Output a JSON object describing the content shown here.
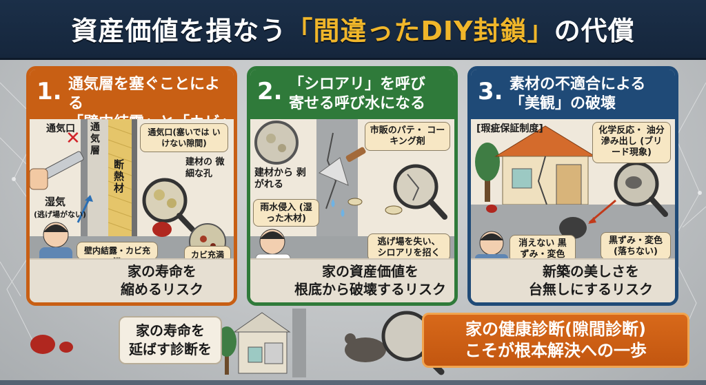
{
  "title": {
    "part1": "資産価値を損なう",
    "part2": "「間違ったDIY封鎖」",
    "part3": "の代償"
  },
  "colors": {
    "panel1": "#c85f14",
    "panel2": "#2f7a3a",
    "panel3": "#1f4a77",
    "title_bg": "#1b2f48",
    "title_highlight": "#f0b62a",
    "cta": "#d8691a"
  },
  "panel1": {
    "number": "1.",
    "title_line1": "通気層を塞ぐことによる",
    "title_line2": "「壁内結露」と「カビ」",
    "label_vent": "通気口",
    "label_layer": "通気層",
    "label_insulation": "断熱材",
    "bubble_vent": "通気口(塞いでは いけない隙間)",
    "label_pores": "建材の 微細な孔",
    "label_moisture": "湿気",
    "label_moisture_sub": "(逃げ場がない)",
    "bubble_condensation": "壁内結露・カビ充満",
    "bubble_mold": "カビ充満",
    "footer_line1": "家の寿命を",
    "footer_line2": "縮めるリスク"
  },
  "panel2": {
    "number": "2.",
    "title_line1": "「シロアリ」を呼び",
    "title_line2": "寄せる呼び水になる",
    "bubble_putty": "市販のパテ・ コーキング剤",
    "label_peel": "建材から 剥がれる",
    "bubble_rain": "雨水侵入 (湿った木材)",
    "bubble_escape": "逃げ場を失い、 シロアリを招く",
    "footer_line1": "家の資産価値を",
    "footer_line2": "根底から破壊するリスク"
  },
  "panel3": {
    "number": "3.",
    "title_line1": "素材の不適合による",
    "title_line2": "「美観」の破壊",
    "label_warranty": "[瑕疵保証制度]",
    "bubble_bleed": "化学反応・ 油分滲み出し (ブリード現象)",
    "bubble_stain": "消えない 黒ずみ・変色",
    "bubble_black": "黒ずみ・変色 (落ちない)",
    "footer_line1": "新築の美しさを",
    "footer_line2": "台無しにするリスク"
  },
  "bottom": {
    "left_line1": "家の寿命を",
    "left_line2": "延ばす診断を",
    "cta_line1": "家の健康診断(隙間診断)",
    "cta_line2": "こそが根本解決への一歩"
  }
}
